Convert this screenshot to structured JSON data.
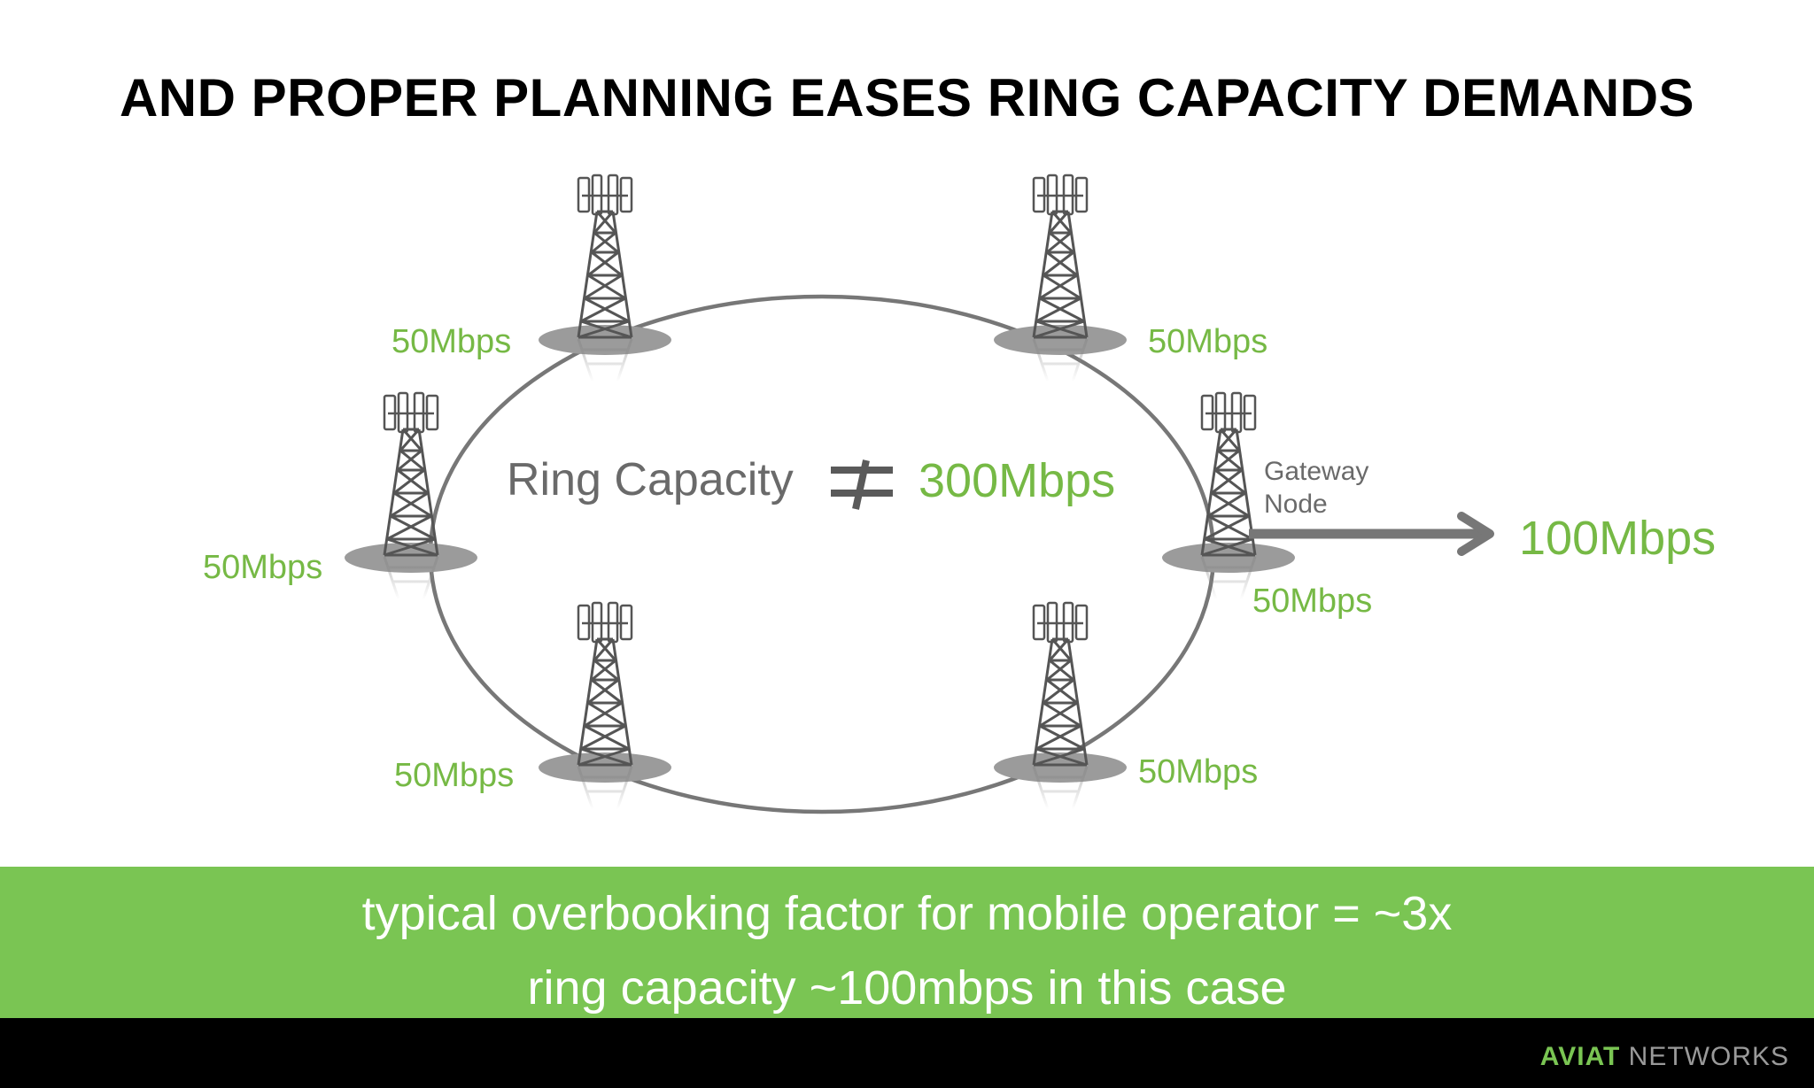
{
  "title": "AND PROPER PLANNING EASES RING CAPACITY DEMANDS",
  "node_rates": {
    "top_left": "50Mbps",
    "top_right": "50Mbps",
    "left": "50Mbps",
    "gateway": "50Mbps",
    "bottom_left": "50Mbps",
    "bottom_right": "50Mbps"
  },
  "ring": {
    "label": "Ring Capacity",
    "not_equal_symbol": "≠",
    "value": "300Mbps"
  },
  "gateway": {
    "label_line1": "Gateway",
    "label_line2": "Node",
    "output_rate": "100Mbps"
  },
  "banner": {
    "line1": "typical overbooking factor for mobile operator = ~3x",
    "line2": "ring capacity ~100mbps in this case"
  },
  "brand": {
    "part1": "AVIAT",
    "part2": " NETWORKS"
  },
  "icons": {
    "tower": "cell-tower-icon",
    "arrow": "arrow-right-icon"
  },
  "colors": {
    "accent_green": "#7ac553",
    "rate_green": "#76b945",
    "ring_gray": "#777777",
    "text_gray": "#6a6a6a",
    "footer_black": "#000000"
  }
}
